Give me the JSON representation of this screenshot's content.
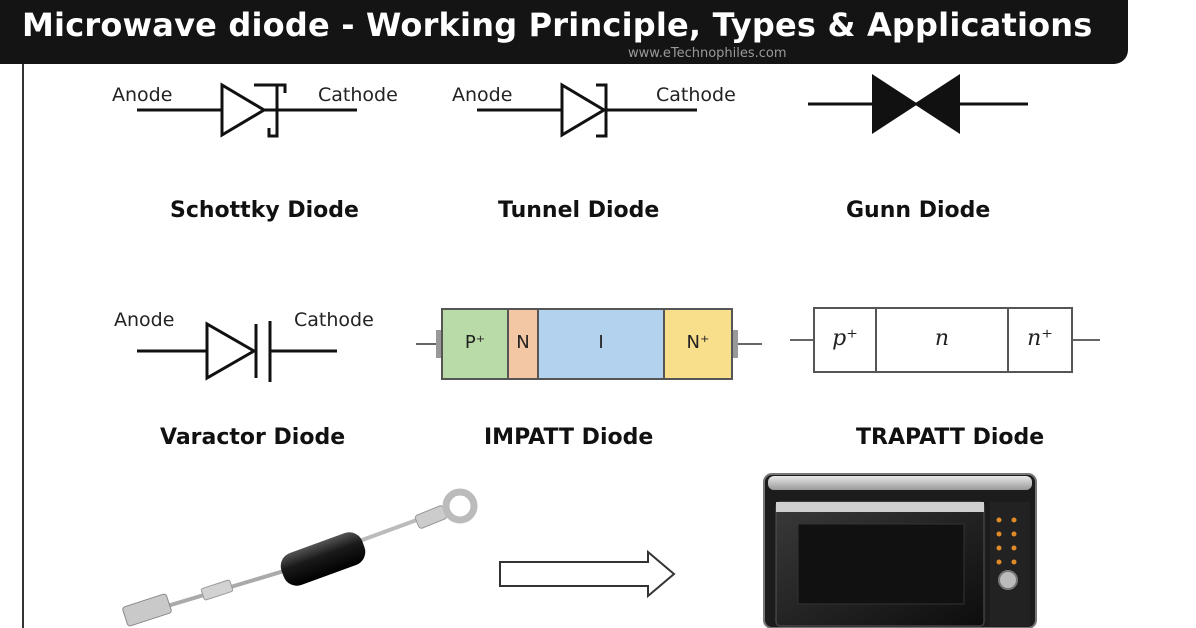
{
  "header": {
    "title": "Microwave diode - Working Principle, Types & Applications",
    "watermark": "www.eTechnophiles.com"
  },
  "labels": {
    "anode": "Anode",
    "cathode": "Cathode"
  },
  "diodes": [
    {
      "name": "Schottky Diode"
    },
    {
      "name": "Tunnel Diode"
    },
    {
      "name": "Gunn Diode"
    },
    {
      "name": "Varactor Diode"
    },
    {
      "name": "IMPATT  Diode"
    },
    {
      "name": "TRAPATT  Diode"
    }
  ],
  "impatt": {
    "regions": [
      {
        "label": "P⁺",
        "color": "#b9dba7"
      },
      {
        "label": "N",
        "color": "#f3c7a3"
      },
      {
        "label": "I",
        "color": "#b3d2ee"
      },
      {
        "label": "N⁺",
        "color": "#f8df8c"
      }
    ]
  },
  "trapatt": {
    "regions": [
      {
        "label": "p⁺"
      },
      {
        "label": "n"
      },
      {
        "label": "n⁺"
      }
    ]
  }
}
